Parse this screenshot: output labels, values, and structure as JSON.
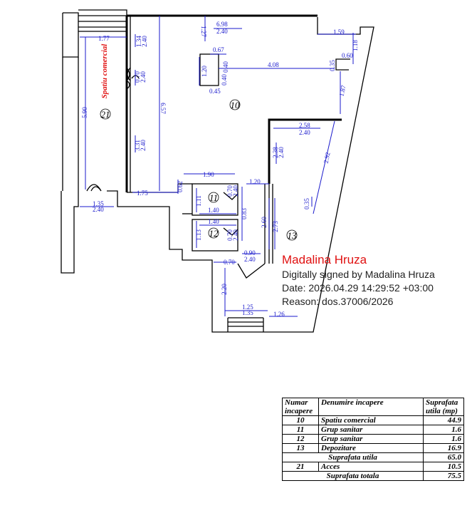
{
  "plan": {
    "rooms": [
      {
        "number": "10",
        "name": "Spatiu comercial"
      },
      {
        "number": "11"
      },
      {
        "number": "12"
      },
      {
        "number": "13"
      },
      {
        "number": "21"
      }
    ],
    "room21_label": "Spatiu comercial",
    "dims": {
      "d177": "1.77",
      "d134": "1.34",
      "d240": "2.40",
      "d698": "6.98",
      "d127": "1.27",
      "d159": "1.59",
      "d118": "1.18",
      "d060": "0.60",
      "d067": "0.67",
      "d120": "1.20",
      "d040": "0.40",
      "d045": "0.45",
      "d408": "4.08",
      "d035": "0.35",
      "d187": "1.87",
      "d070": "0.70",
      "d590": "5.90",
      "d657": "6.57",
      "d258": "2.58",
      "d331": "3.31",
      "d238": "2.38",
      "d292": "2.92",
      "d190": "1.90",
      "d062": "0.62",
      "d175": "1.75",
      "d111": "1.11",
      "d140": "1.40",
      "d083": "0.83",
      "d260": "2.60",
      "d273": "2.73",
      "d113": "1.13",
      "d135": "1.35",
      "d090": "0.90",
      "d220": "2.20",
      "d125": "1.25",
      "d126": "1.26"
    }
  },
  "signature": {
    "name": "Madalina Hruza",
    "line1": "Digitally signed by Madalina Hruza",
    "line2": "Date: 2026.04.29 14:29:52 +03:00",
    "line3": "Reason: dos.37006/2026"
  },
  "legend": {
    "headers": [
      "Numar incapere",
      "Denumire incapere",
      "Suprafata utila (mp)"
    ],
    "rows": [
      {
        "num": "10",
        "name": "Spatiu comercial",
        "area": "44.9"
      },
      {
        "num": "11",
        "name": "Grup sanitar",
        "area": "1.6"
      },
      {
        "num": "12",
        "name": "Grup sanitar",
        "area": "1.6"
      },
      {
        "num": "13",
        "name": "Depozitare",
        "area": "16.9"
      }
    ],
    "subtotal_label": "Suprafata utila",
    "subtotal_value": "65.0",
    "acces": {
      "num": "21",
      "name": "Acces",
      "area": "10.5"
    },
    "total_label": "Suprafata totala",
    "total_value": "75.5"
  }
}
